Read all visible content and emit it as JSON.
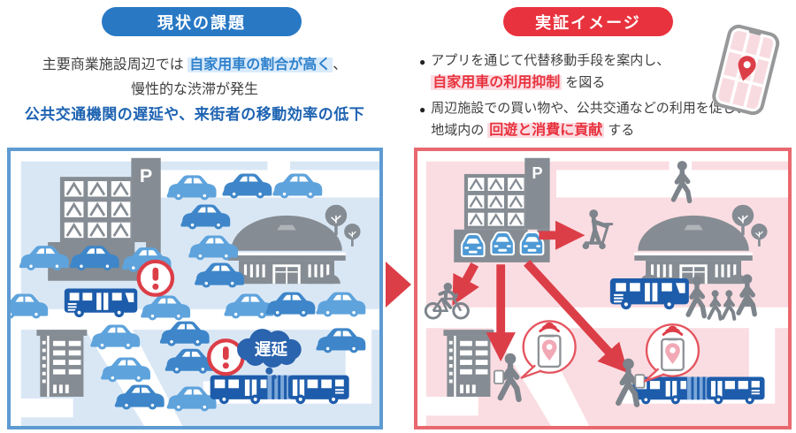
{
  "badges": {
    "problem": "現状の課題",
    "solution": "実証イメージ"
  },
  "problem_summary": {
    "line1_pre": "主要商業施設周辺では ",
    "line1_highlight": "自家用車の割合が高く",
    "line1_post": "、",
    "line2": "慢性的な渋滞が発生",
    "line3": "公共交通機関の遅延や、来街者の移動効率の低下"
  },
  "solution_summary": {
    "bullet": "●",
    "item1_line1": "アプリを通じて代替移動手段を案内し、",
    "item1_highlight": "自家用車の利用抑制",
    "item1_suffix": "を図る",
    "item2_line1": "周辺施設での買い物や、公共交通などの利用を促し、",
    "item2_prefix": "地域内の",
    "item2_highlight": "回遊と消費に貢献",
    "item2_suffix": "する"
  },
  "map_labels": {
    "delay": "遅延",
    "parking": "P"
  },
  "colors": {
    "accent_blue": "#2878c4",
    "accent_red": "#e8333e",
    "panel_blue_border": "#5e9bd2",
    "panel_red_border": "#e8696f",
    "map_blue": "#d9e7f5",
    "map_pink": "#fadde2",
    "car_light_blue": "#5ea3dc",
    "car_dark_blue": "#3e86c9",
    "bus_blue": "#1d5cab",
    "building_gray": "#858c93",
    "alert_red": "#dc3e48",
    "delay_bubble_blue": "#2a63ae"
  }
}
